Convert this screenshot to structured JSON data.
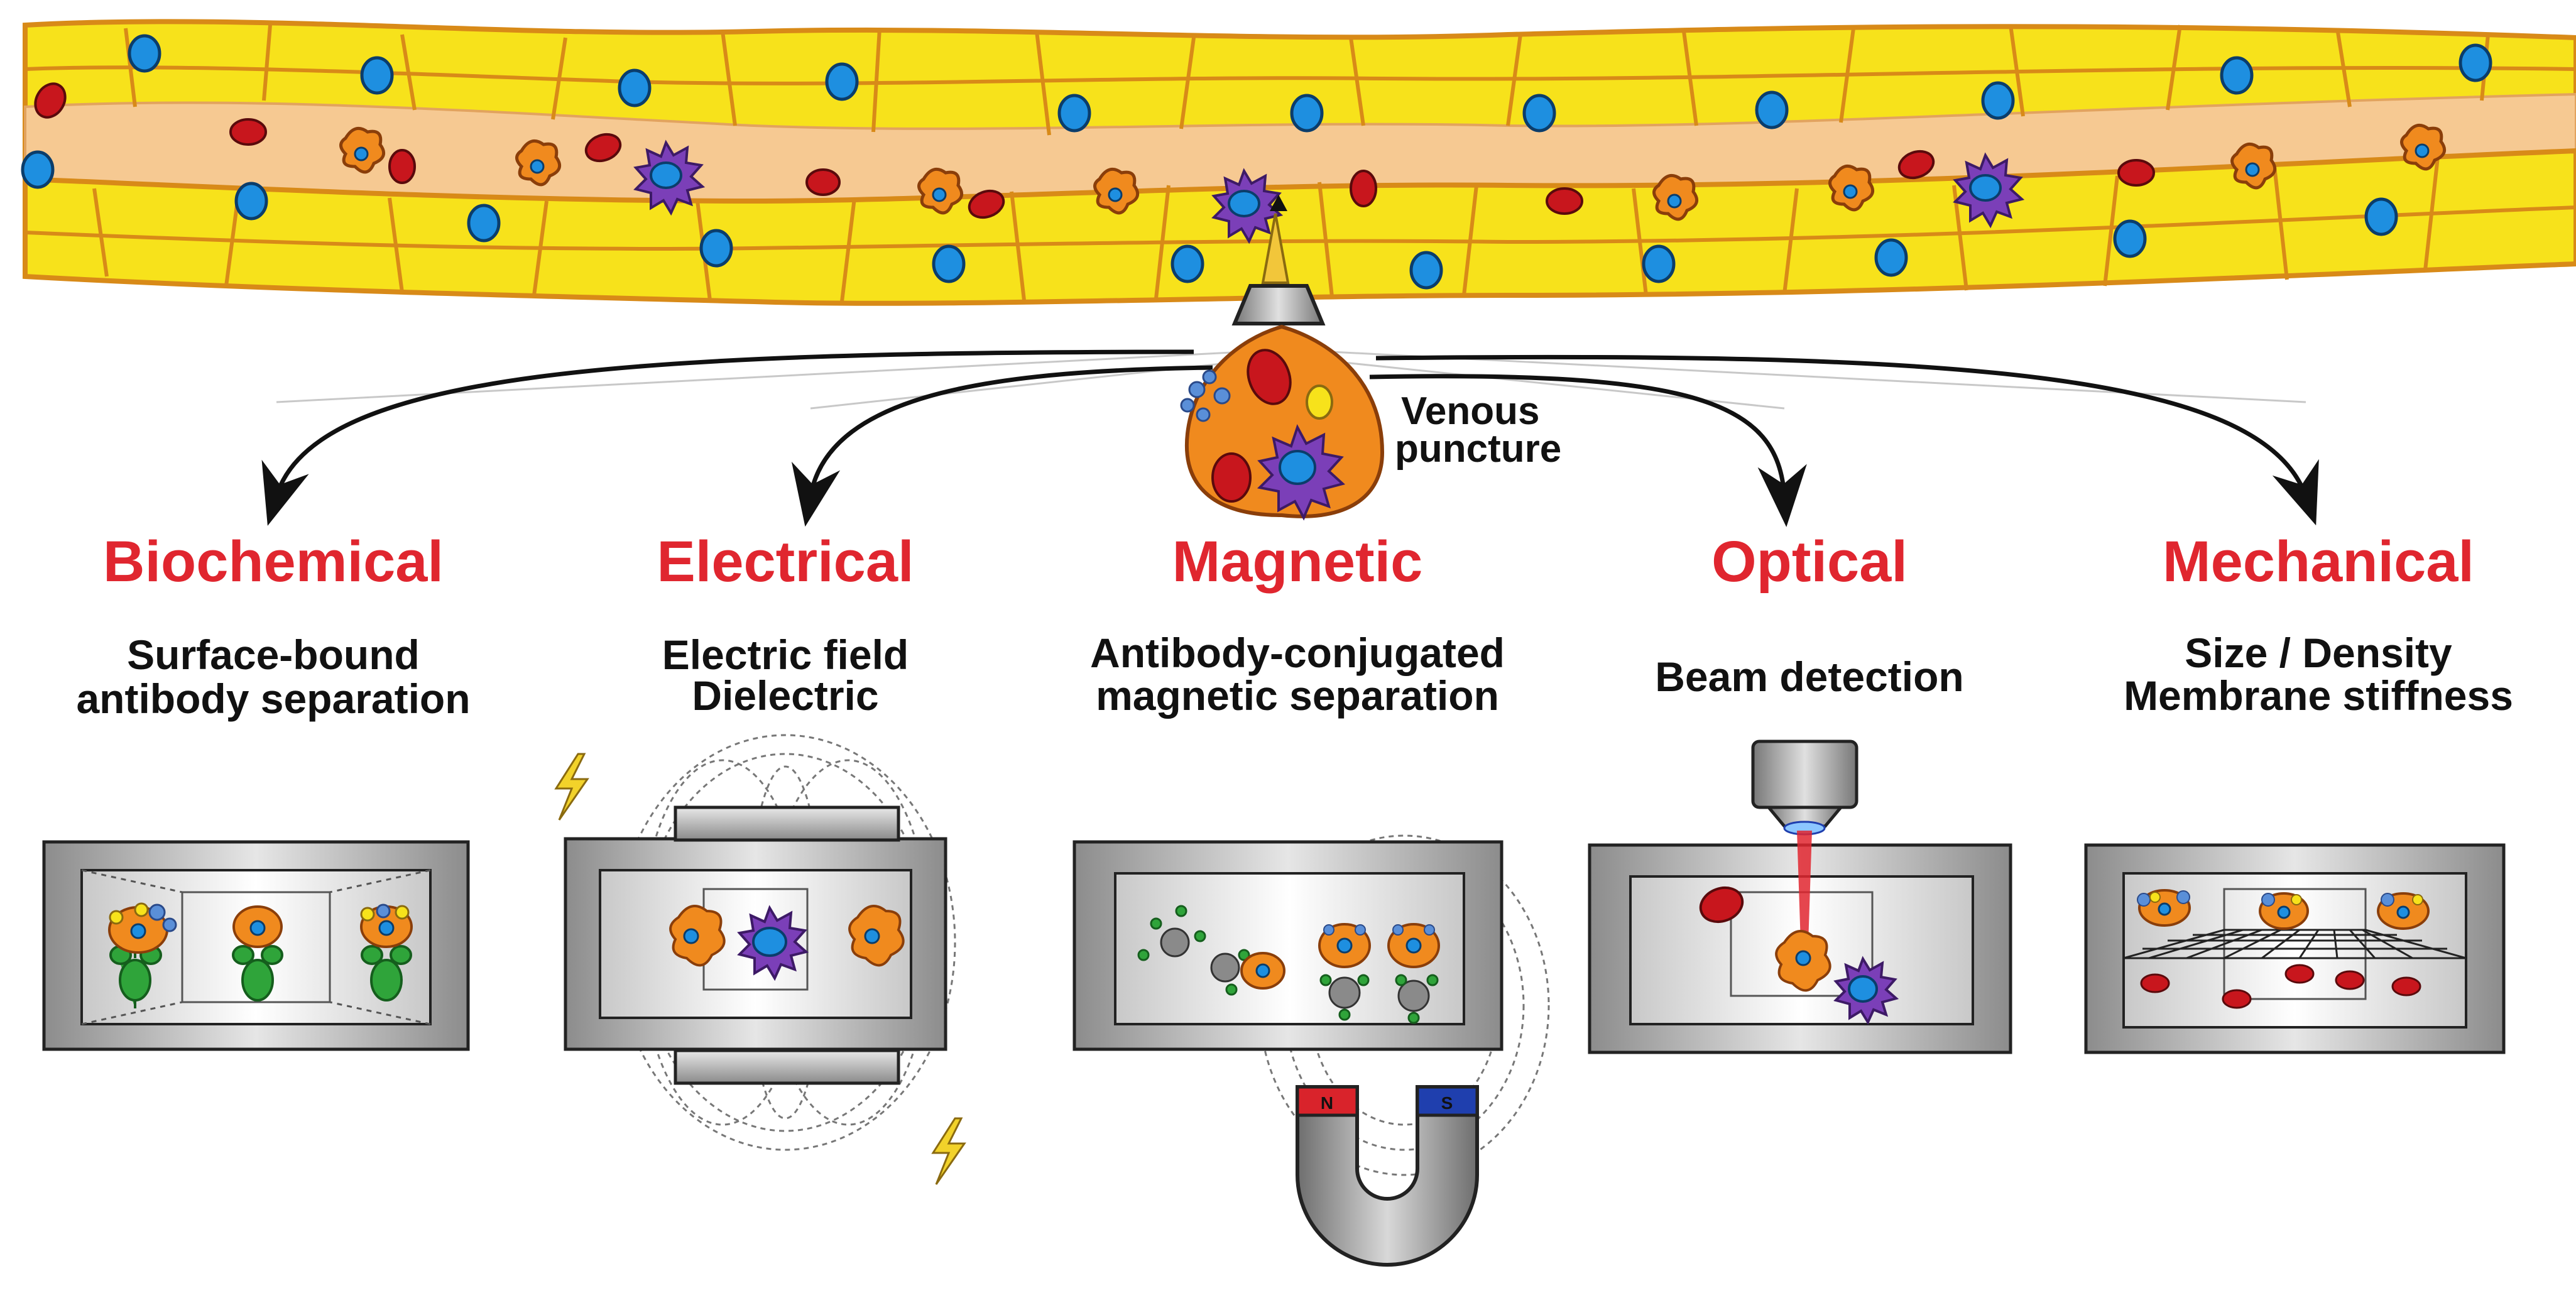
{
  "source_label": {
    "line1": "Venous",
    "line2": "puncture"
  },
  "colors": {
    "method_title": "#e0262f",
    "text": "#111111",
    "endothelium": "#f7e21b",
    "endothelium_edge": "#d88a18",
    "lumen": "#f6c992",
    "nucleus": "#1e8fe0",
    "rbc": "#c8161d",
    "tumor_cell": "#f08a1e",
    "immune_cell": "#7b3fb8",
    "antibody": "#2fa43a",
    "laser": "#e0262f",
    "magnet_north": "#d9232b",
    "magnet_south": "#1f3fae"
  },
  "methods": [
    {
      "id": "biochemical",
      "title": "Biochemical",
      "desc1": "Surface-bound",
      "desc2": "antibody separation"
    },
    {
      "id": "electrical",
      "title": "Electrical",
      "desc1": "Electric field",
      "desc2": "Dielectric"
    },
    {
      "id": "magnetic",
      "title": "Magnetic",
      "desc1": "Antibody-conjugated",
      "desc2": "magnetic separation"
    },
    {
      "id": "optical",
      "title": "Optical",
      "desc1": "Beam detection",
      "desc2": ""
    },
    {
      "id": "mechanical",
      "title": "Mechanical",
      "desc1": "Size / Density",
      "desc2": "Membrane stiffness"
    }
  ],
  "magnet_poles": {
    "north": "N",
    "south": "S"
  },
  "icons": [
    "lightning-bolt-icon",
    "objective-lens-icon",
    "needle-icon",
    "horseshoe-magnet-icon"
  ]
}
